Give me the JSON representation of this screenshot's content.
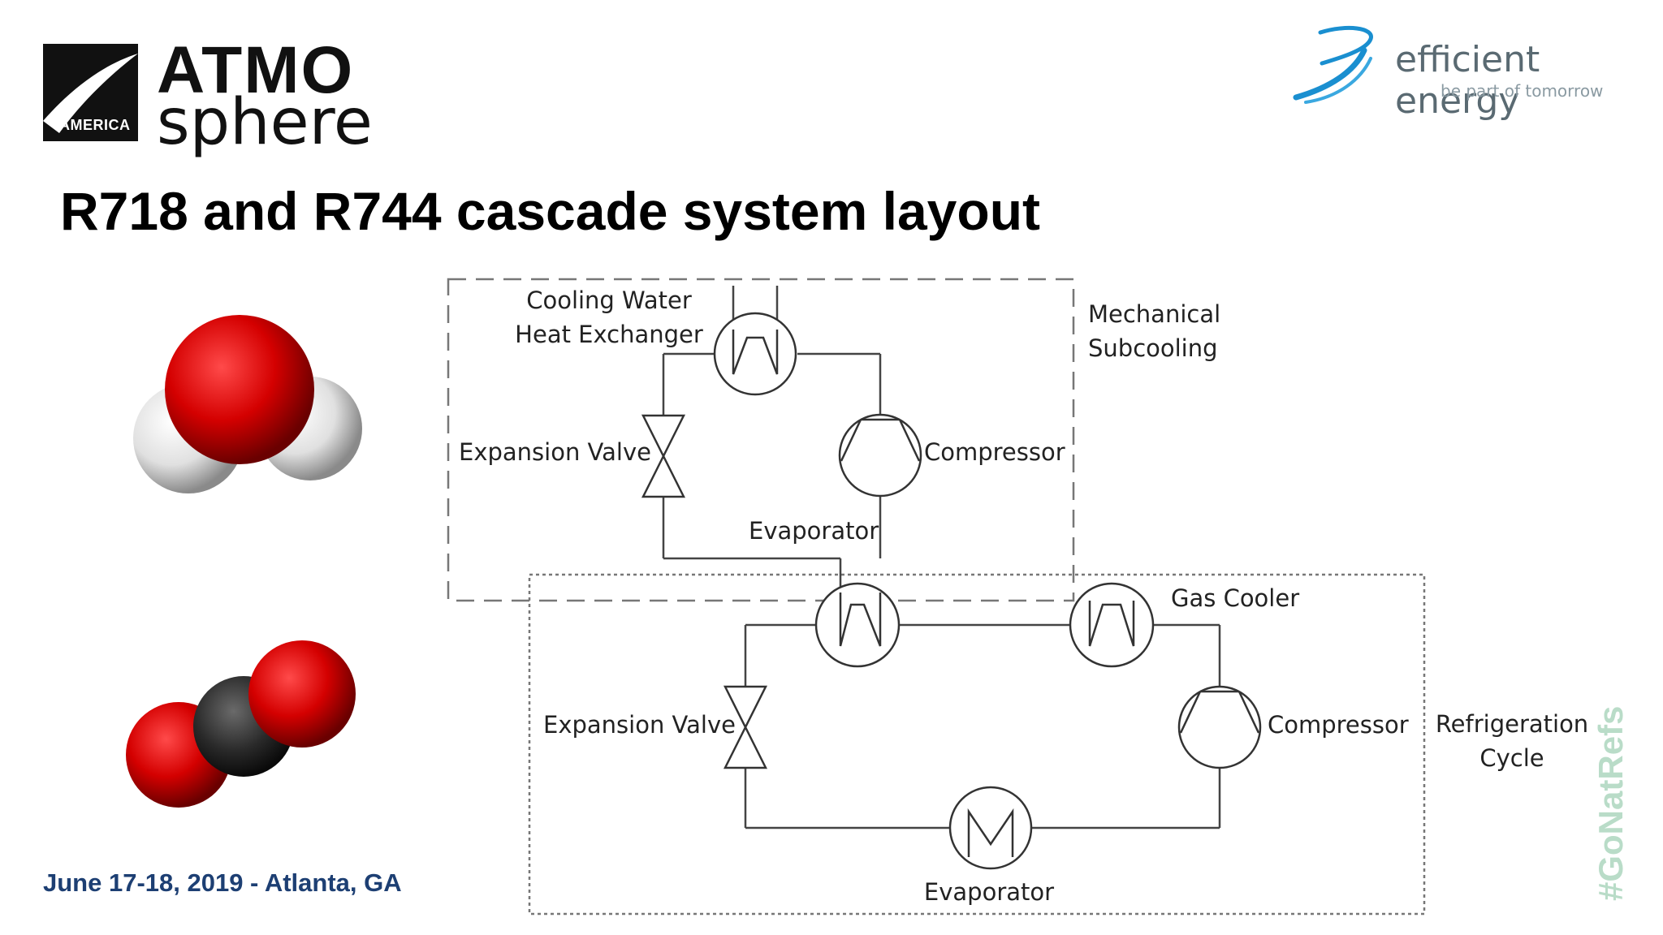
{
  "header": {
    "atmo_logo": {
      "word_top": "ATMO",
      "word_bottom": "sphere",
      "region": "AMERICA"
    },
    "partner_logo": {
      "name": "efficient energy",
      "tagline": "be part of tomorrow"
    }
  },
  "slide": {
    "title": "R718 and R744 cascade system layout",
    "date_location": "June 17-18, 2019 - Atlanta, GA",
    "hashtag": "#GoNatRefs"
  },
  "diagram": {
    "mechanical_subcooling": {
      "label_line1": "Mechanical",
      "label_line2": "Subcooling",
      "heat_exchanger_line1": "Cooling Water",
      "heat_exchanger_line2": "Heat Exchanger",
      "expansion_valve": "Expansion Valve",
      "compressor": "Compressor",
      "evaporator": "Evaporator"
    },
    "refrigeration_cycle": {
      "label_line1": "Refrigeration",
      "label_line2": "Cycle",
      "gas_cooler": "Gas Cooler",
      "expansion_valve": "Expansion Valve",
      "compressor": "Compressor",
      "evaporator": "Evaporator"
    }
  },
  "colors": {
    "title": "#000000",
    "date": "#1d3f73",
    "hashtag": "#b9dcc8",
    "partner_blue": "#1a8fd0",
    "oxygen_red": "#d40000",
    "carbon_grey": "#2a2a2a",
    "hydrogen_white": "#e8e8e8"
  }
}
